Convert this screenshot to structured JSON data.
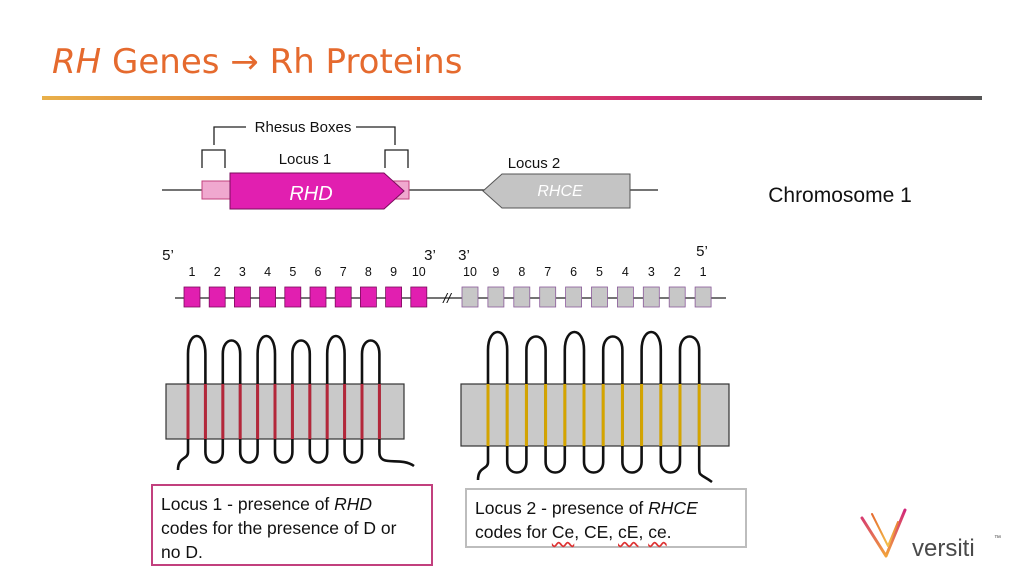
{
  "title": {
    "gene": "RH",
    "rest": "Genes → Rh Proteins"
  },
  "gene_map": {
    "rhesus_boxes_label": "Rhesus Boxes",
    "locus1_label": "Locus 1",
    "locus2_label": "Locus 2",
    "rhd_label": "RHD",
    "rhce_label": "RHCE",
    "chromosome_label": "Chromosome 1"
  },
  "exons": {
    "rhd_end_left": "5’",
    "rhd_end_right": "3’",
    "rhce_end_left": "3’",
    "rhce_end_right": "5’",
    "rhd_numbers": [
      "1",
      "2",
      "3",
      "4",
      "5",
      "6",
      "7",
      "8",
      "9",
      "10"
    ],
    "rhce_numbers": [
      "10",
      "9",
      "8",
      "7",
      "6",
      "5",
      "4",
      "3",
      "2",
      "1"
    ],
    "break_mark": "//"
  },
  "boxes": {
    "locus1": {
      "prefix": "Locus 1 - presence of ",
      "gene": "RHD",
      "line2": "codes for the presence of D or",
      "line3": "no D."
    },
    "locus2": {
      "prefix": "Locus 2 - presence of ",
      "gene": "RHCE",
      "line2_prefix": "codes for ",
      "antigens": [
        "Ce",
        "CE",
        "cE",
        "ce"
      ]
    }
  },
  "logo": {
    "text": "versiti",
    "tm": "™"
  },
  "colors": {
    "title_orange": "#e56a2e",
    "rhd_magenta": "#e11fb0",
    "rhd_light": "#f0a8cf",
    "rhce_gray": "#c4c4c4",
    "rhce_exon": "#c7c7c7",
    "rhd_helix": "#b3273a",
    "rhce_helix": "#d4a400",
    "locus1_border": "#c2407e"
  }
}
